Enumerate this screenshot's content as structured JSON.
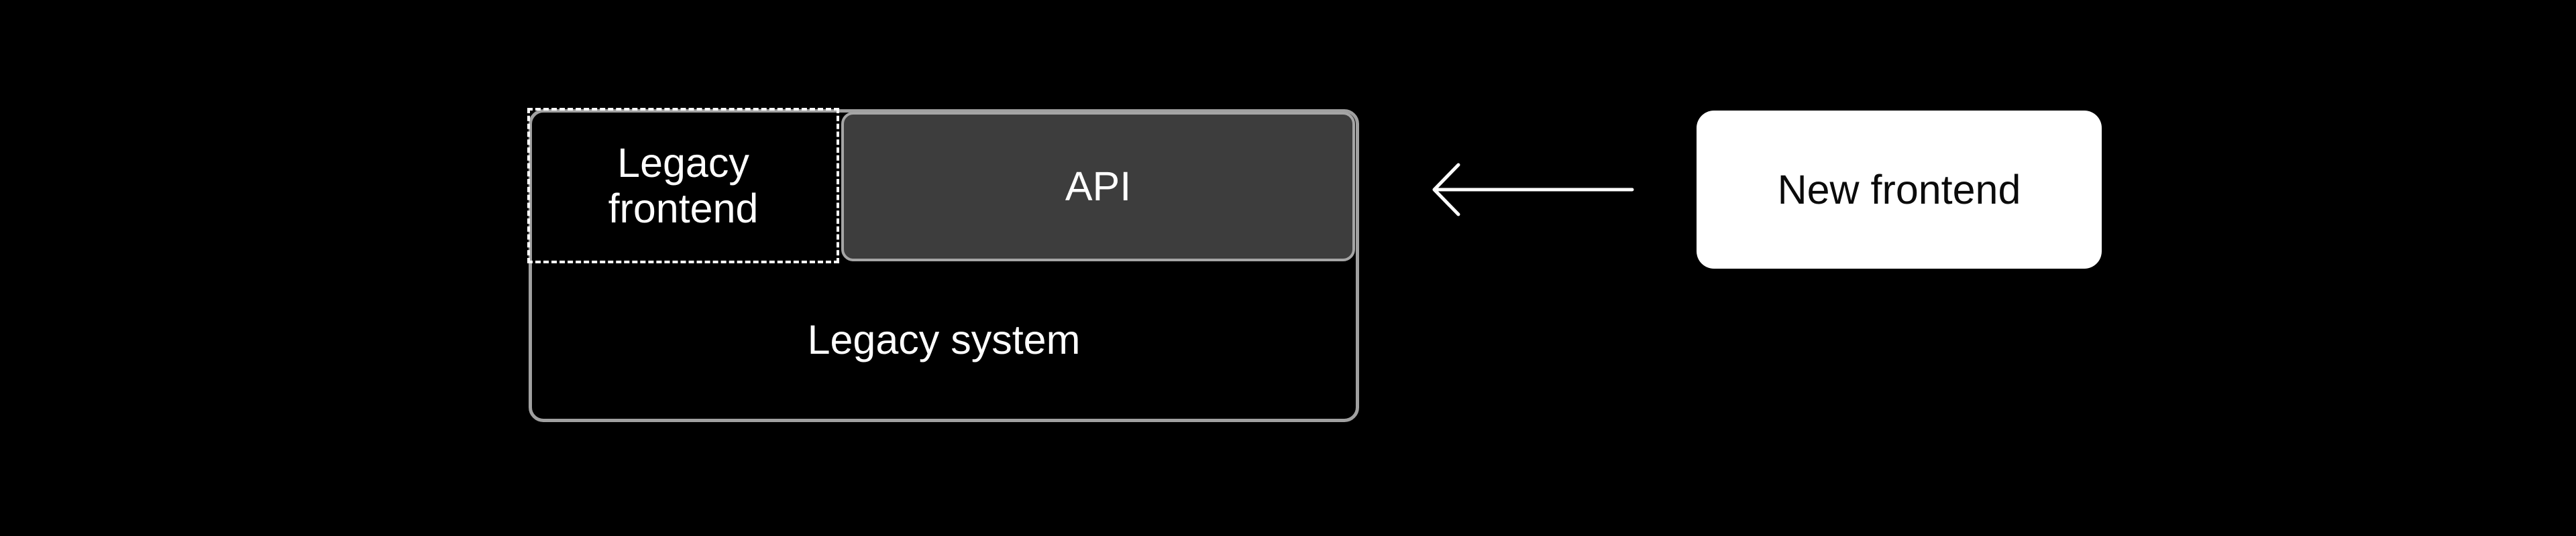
{
  "canvas": {
    "background": "#000000"
  },
  "diagram": {
    "legacy_system": {
      "label": "Legacy system",
      "border_color": "#a0a0a0",
      "fill": "#000000",
      "text_color": "#ffffff"
    },
    "legacy_frontend": {
      "label": "Legacy frontend",
      "border_color": "#ffffff",
      "border_style": "dashed",
      "fill": "#000000",
      "text_color": "#ffffff"
    },
    "api": {
      "label": "API",
      "border_color": "#a5a5a5",
      "fill": "#3d3d3d",
      "text_color": "#ffffff"
    },
    "arrow": {
      "icon": "arrow-left-icon",
      "direction": "left",
      "color": "#ffffff"
    },
    "new_frontend": {
      "label": "New frontend",
      "fill": "#ffffff",
      "text_color": "#0b0b0b"
    }
  }
}
